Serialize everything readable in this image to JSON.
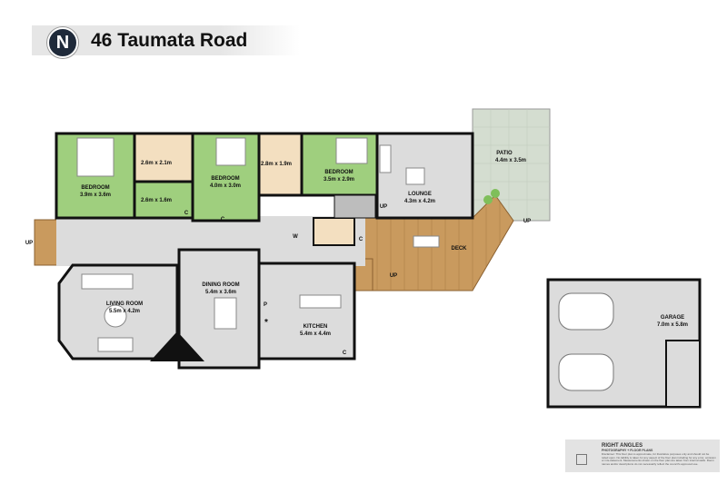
{
  "header": {
    "north_label": "N",
    "title": "46 Taumata Road"
  },
  "rooms": {
    "bedroom1": {
      "name": "BEDROOM",
      "size": "3.9m x 3.6m"
    },
    "ensuite": {
      "size": "2.6m x 2.1m"
    },
    "wardrobe": {
      "size": "2.6m x 1.6m"
    },
    "bedroom2": {
      "name": "BEDROOM",
      "size": "4.0m x 3.0m"
    },
    "bathroom": {
      "size": "2.8m x 1.9m"
    },
    "bedroom3": {
      "name": "BEDROOM",
      "size": "3.5m x 2.9m"
    },
    "lounge": {
      "name": "LOUNGE",
      "size": "4.3m x 4.2m"
    },
    "patio": {
      "name": "PATIO",
      "size": "4.4m x 3.5m"
    },
    "deck": {
      "name": "DECK"
    },
    "living": {
      "name": "LIVING ROOM",
      "size": "5.5m x 4.2m"
    },
    "dining": {
      "name": "DINING ROOM",
      "size": "5.4m x 3.6m"
    },
    "kitchen": {
      "name": "KITCHEN",
      "size": "5.4m x 4.4m"
    },
    "garage": {
      "name": "GARAGE",
      "size": "7.0m x 5.8m"
    }
  },
  "markers": {
    "up": "UP",
    "cupboard": "C",
    "pantry": "P",
    "washer": "W",
    "star": "*"
  },
  "colors": {
    "bedroom": "#9fcf7e",
    "wet": "#f3dfc0",
    "common": "#dcdcdc",
    "deck": "#c99a5e",
    "wall": "#111111",
    "patio": "#d4ddd0"
  },
  "logo": {
    "company": "RIGHT ANGLES",
    "tagline": "PHOTOGRAPHY + FLOOR PLANS",
    "disclaimer": "Disclaimer: This floor plan is approximate, for illustrative purposes only and should not be relied upon. No liability is taken for any aspect of the floor plan including for any error, omission or mis-statement. Measurements shown on the floor plan are taken from internal walls. Room names and/or descriptions do not necessarily reflect the council's approved use."
  }
}
